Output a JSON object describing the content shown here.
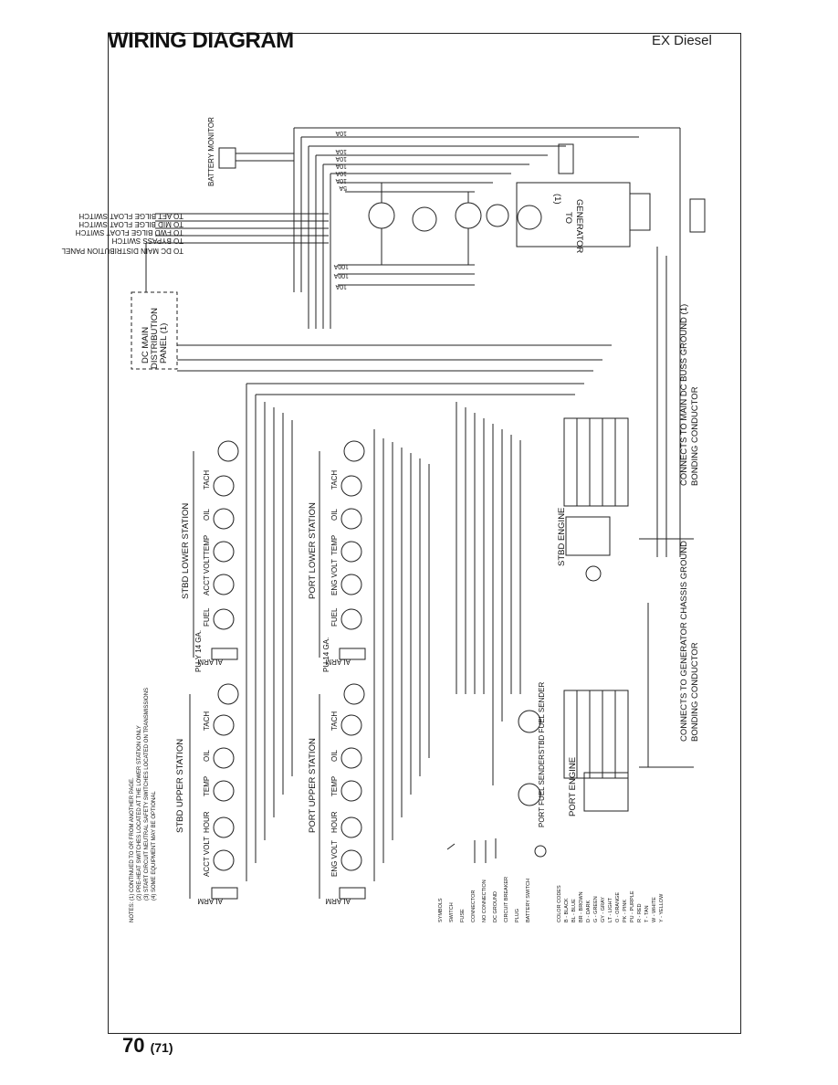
{
  "header": {
    "title": "WIRING DIAGRAM",
    "subtitle": "EX Diesel"
  },
  "footer": {
    "page_number": "70",
    "alt_page_number": "(71)"
  },
  "labels": {
    "battery_monitor": "BATTERY MONITOR",
    "dc_panel_line1": "DC MAIN",
    "dc_panel_line2": "DISTRIBUTION",
    "dc_panel_line3": "PANEL (1)",
    "to_generator_line1": "TO",
    "to_generator_line2": "GENERATOR",
    "to_generator_line3": "(1)",
    "aft_bilge": "TO AFT BILGE FLOAT SWITCH",
    "mid_bilge": "TO MID BILGE FLOAT SWITCH",
    "fwd_bilge": "TO FWD BILGE FLOAT SWITCH",
    "bypass": "TO BYPASS SWITCH",
    "dc_main_feed": "TO DC MAIN DISTRIBUTION PANEL",
    "stbd_lower_station": "STBD LOWER STATION",
    "port_lower_station": "PORT LOWER STATION",
    "stbd_upper_station": "STBD UPPER STATION",
    "port_upper_station": "PORT UPPER STATION",
    "stbd_engine": "STBD ENGINE",
    "port_engine": "PORT ENGINE",
    "main_dc_ground": "CONNECTS TO MAIN DC BUSS GROUND (1)",
    "main_dc_bonding": "BONDING CONDUCTOR",
    "gen_chassis_ground": "CONNECTS TO GENERATOR CHASSIS GROUND",
    "gen_bonding": "BONDING CONDUCTOR",
    "stbd_fuel_sender": "STBD FUEL SENDER",
    "port_fuel_sender": "PORT FUEL SENDER",
    "alarm": "ALARM",
    "gauge_tach": "TACH",
    "gauge_oil": "OIL",
    "gauge_temp": "TEMP",
    "gauge_acct_volt": "ACCT VOLT",
    "gauge_eng_volt": "ENG VOLT",
    "gauge_fuel": "FUEL",
    "gauge_hour": "HOUR",
    "wire_stbd_lower": "PU-Y 14 GA.",
    "wire_port_lower": "PU 14 GA."
  },
  "notes": {
    "heading": "NOTES:",
    "items": [
      "(1) CONTINUED TO OR FROM ANOTHER PAGE.",
      "(2) PRE-HEAT SWITCHES LOCATED AT THE LOWER STATION ONLY",
      "(3) START CIRCUIT NEUTRAL SAFETY SWITCHES LOCATED ON TRANSMISSIONS",
      "(4) SOME EQUIPMENT MAY BE OPTIONAL"
    ]
  },
  "symbols": {
    "heading": "SYMBOLS",
    "items": [
      "SWITCH",
      "FUSE",
      "CONNECTOR",
      "NO CONNECTION",
      "DC GROUND",
      "CIRCUIT BREAKER",
      "PLUG",
      "BATTERY SWITCH"
    ]
  },
  "color_codes": {
    "heading": "COLOR CODES",
    "items": [
      "B - BLACK",
      "BL - BLUE",
      "BR - BROWN",
      "D - DARK",
      "G - GREEN",
      "GY - GRAY",
      "LT - LIGHT",
      "O - ORANGE",
      "PK - PINK",
      "PU - PURPLE",
      "R - RED",
      "T - TAN",
      "W - WHITE",
      "Y - YELLOW"
    ]
  },
  "breakers": [
    "10A",
    "10A",
    "10A",
    "10A",
    "10A",
    "10A",
    "5A",
    "100A",
    "100A",
    "10A"
  ]
}
